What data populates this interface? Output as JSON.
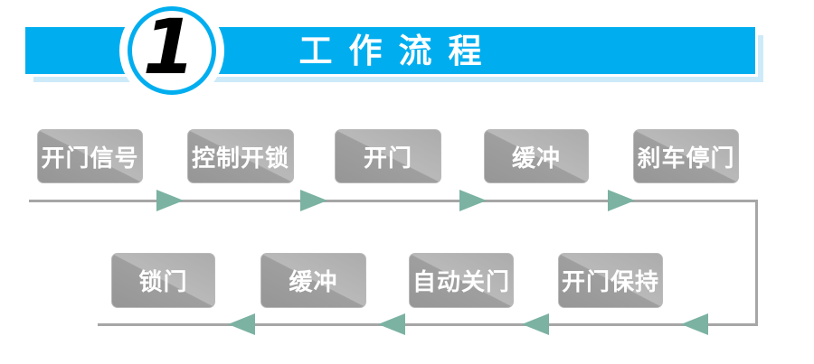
{
  "header": {
    "step_number": "1",
    "title": "工作流程"
  },
  "flow": {
    "row1": [
      "开门信号",
      "控制开锁",
      "开门",
      "缓冲",
      "刹车停门"
    ],
    "row2": [
      "锁门",
      "缓冲",
      "自动关门",
      "开门保持"
    ]
  },
  "colors": {
    "banner_blue": "#00AEEF",
    "banner_shadow": "#CDEAF9",
    "title_text": "#FFFFFF",
    "arrow_teal": "#7BB2A2",
    "line_gray": "#A6A6A6",
    "box_gray": "#A2A2A2",
    "box_highlight": "#B9B9B9",
    "box_text": "#FFFFFF",
    "step_number_text": "#000000"
  }
}
